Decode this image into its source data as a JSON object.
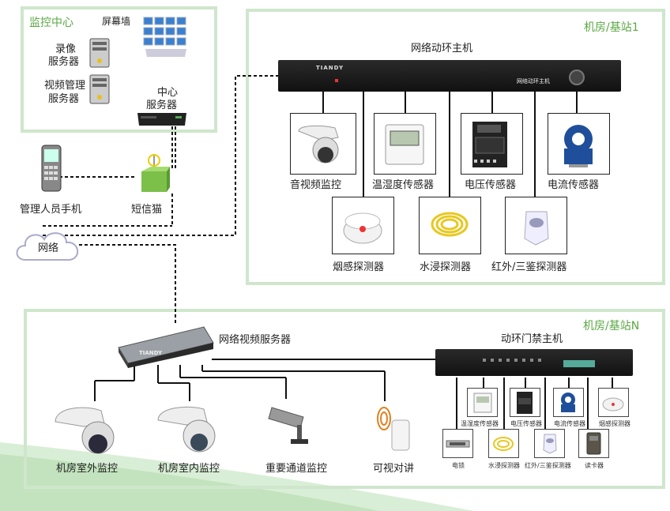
{
  "control_center": {
    "title": "监控中心",
    "screen_wall": "屏幕墙",
    "record_server": [
      "录像",
      "服务器"
    ],
    "video_server": [
      "视频管理",
      "服务器"
    ],
    "center_server": [
      "中心",
      "服务器"
    ]
  },
  "left": {
    "phone": "管理人员手机",
    "sms_modem": "短信猫",
    "network": "网络"
  },
  "site1": {
    "title": "机房/基站1",
    "host": "网络动环主机",
    "host_brand": "TIANDY",
    "host_label": "网络动环主机",
    "devices": [
      "音视频监控",
      "温湿度传感器",
      "电压传感器",
      "电流传感器",
      "烟感探测器",
      "水浸探测器",
      "红外/三鉴探测器"
    ]
  },
  "siteN": {
    "title": "机房/基站N",
    "video_server": "网络视频服务器",
    "video_brand": "TIANDY",
    "access_host": "动环门禁主机",
    "cameras": [
      "机房室外监控",
      "机房室内监控",
      "重要通道监控",
      "可视对讲"
    ],
    "small_devices_row1": [
      "温湿度传感器",
      "电压传感器",
      "电流传感器",
      "烟感探测器"
    ],
    "small_devices_row2": [
      "电锁",
      "水浸探测器",
      "红外/三鉴探测器",
      "读卡器"
    ]
  }
}
